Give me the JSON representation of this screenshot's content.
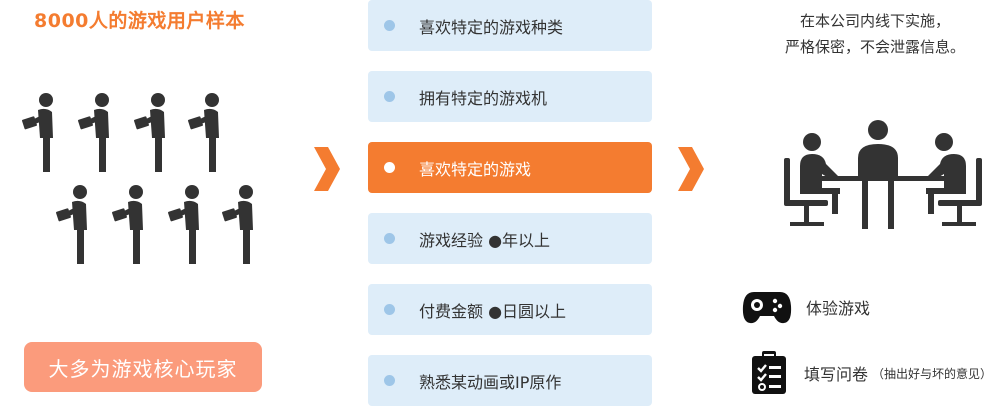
{
  "left": {
    "title": "8000人的游戏用户样本",
    "core_label": "大多为游戏核心玩家"
  },
  "criteria": {
    "items": [
      {
        "label": "喜欢特定的游戏种类",
        "active": false
      },
      {
        "label": "拥有特定的游戏机",
        "active": false
      },
      {
        "label": "喜欢特定的游戏",
        "active": true
      },
      {
        "label": "游戏经验 ●年以上",
        "active": false
      },
      {
        "label": "付费金额 ●日圆以上",
        "active": false
      },
      {
        "label": "熟悉某动画或IP原作",
        "active": false
      }
    ]
  },
  "right": {
    "note_line1": "在本公司内线下实施，",
    "note_line2": "严格保密，不会泄露信息。",
    "features": [
      {
        "icon": "gamepad-icon",
        "label": "体验游戏",
        "note": ""
      },
      {
        "icon": "questionnaire-icon",
        "label": "填写问卷",
        "note": "（抽出好与坏的意见）"
      }
    ]
  },
  "colors": {
    "accent": "#f47c30",
    "badge": "#fb9b7c",
    "item_bg": "#deedf9",
    "dot": "#9ec6e8",
    "figure": "#333333"
  }
}
